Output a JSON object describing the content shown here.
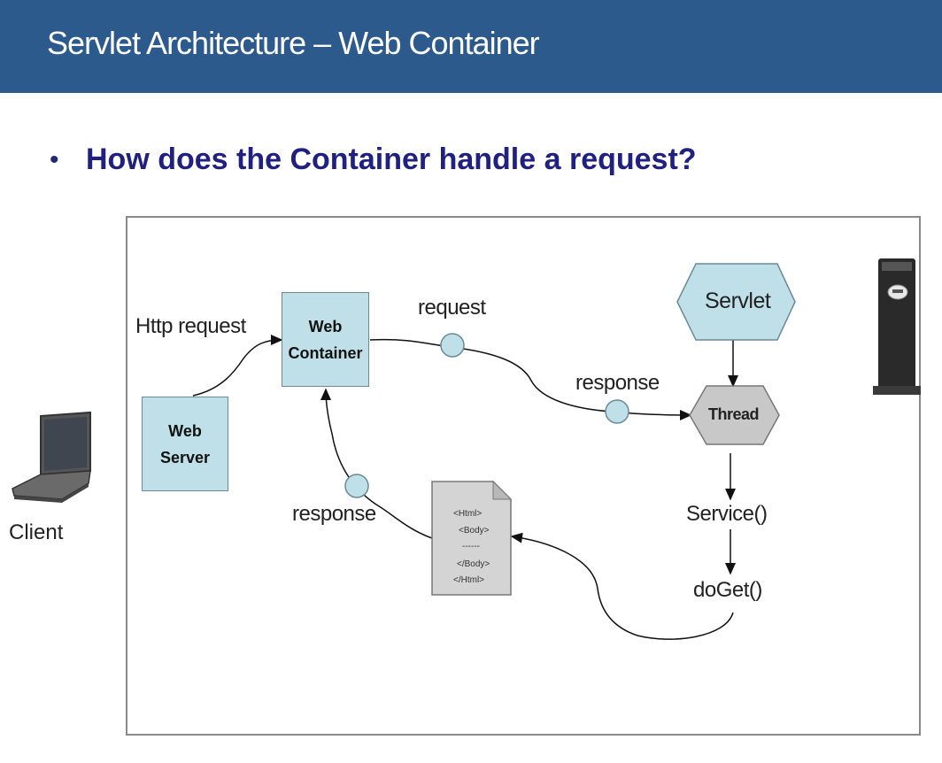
{
  "header": {
    "title": "Servlet Architecture – Web Container"
  },
  "bullet": {
    "text": "How does the Container handle a request?"
  },
  "diagram": {
    "client_label": "Client",
    "web_server": {
      "line1": "Web",
      "line2": "Server"
    },
    "web_container": {
      "line1": "Web",
      "line2": "Container"
    },
    "http_request_label": "Http request",
    "request_label": "request",
    "response_top_label": "response",
    "response_bottom_label": "response",
    "servlet_label": "Servlet",
    "thread_label": "Thread",
    "service_label": "Service()",
    "doget_label": "doGet()",
    "html_doc": {
      "line1": "<Html>",
      "line2": "<Body>",
      "line3": "------",
      "line4": "</Body>",
      "line5": "</Html>"
    },
    "colors": {
      "box_fill": "#bfe0e8",
      "thread_fill": "#c8c8c8",
      "header_bg": "#2d5a8c",
      "bullet_color": "#1f2080"
    }
  }
}
